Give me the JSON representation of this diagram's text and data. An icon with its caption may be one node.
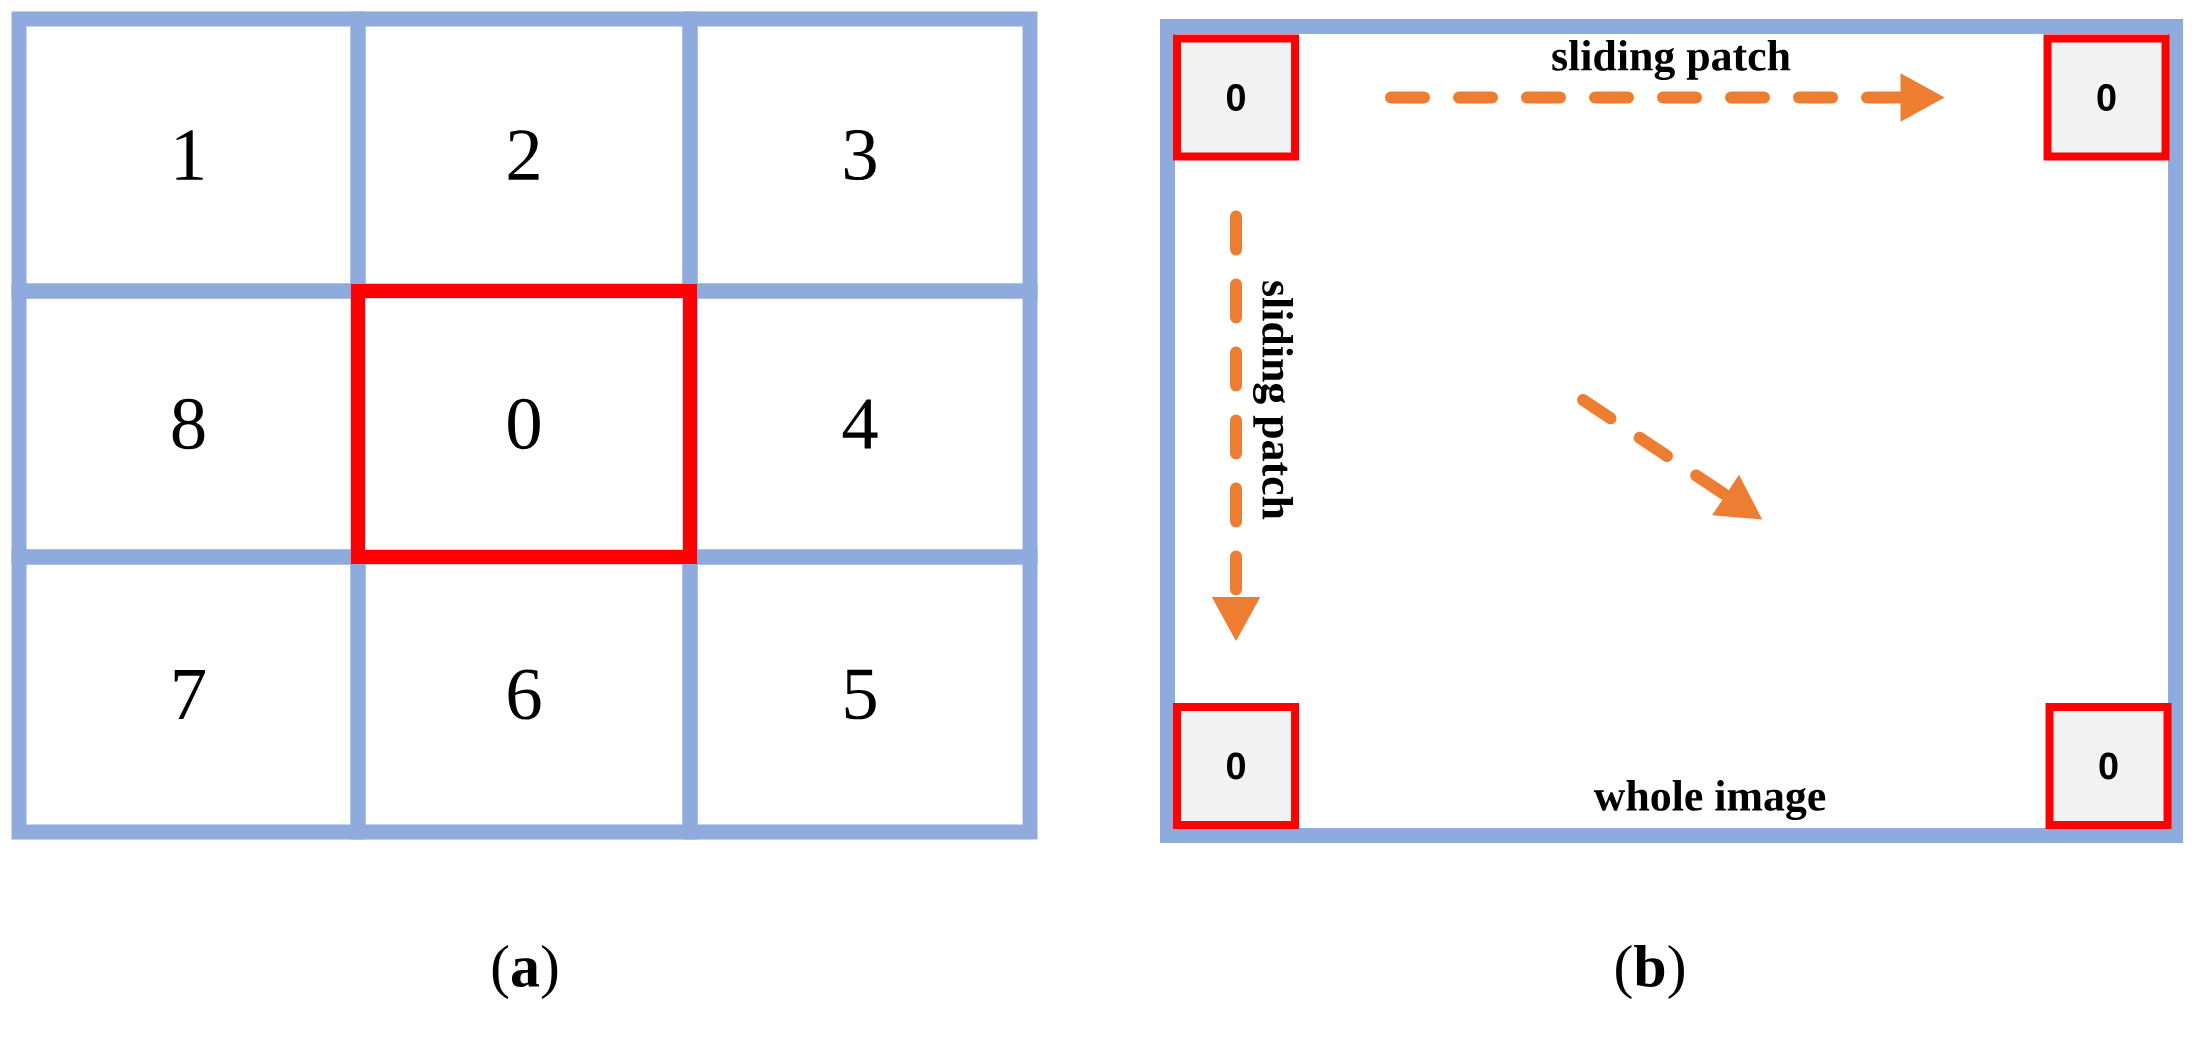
{
  "diagram": {
    "nodes": [
      {
        "text": [
          "1"
        ]
      },
      {
        "text": [
          "2"
        ]
      },
      {
        "text": [
          "3"
        ]
      },
      {
        "text": [
          "8"
        ]
      },
      {
        "text": [
          "0"
        ]
      },
      {
        "text": [
          "4"
        ]
      },
      {
        "text": [
          "7"
        ]
      },
      {
        "text": [
          "6"
        ]
      },
      {
        "text": [
          "5"
        ]
      },
      {
        "text": [
          "whole image"
        ]
      },
      {
        "text": [
          "0"
        ],
        "in": 9
      },
      {
        "text": [
          "0"
        ],
        "in": 9
      },
      {
        "text": [
          "0"
        ],
        "in": 9
      },
      {
        "text": [
          "0"
        ],
        "in": 9
      }
    ],
    "edges": [
      {
        "from": 10,
        "to": 11,
        "arrow": "to",
        "style": "dashed",
        "label": "sliding patch"
      },
      {
        "from": 10,
        "to": 12,
        "arrow": "to",
        "style": "dashed",
        "label": "sliding patch"
      }
    ],
    "labels": [
      "(**a**)",
      "(**b**)"
    ]
  }
}
